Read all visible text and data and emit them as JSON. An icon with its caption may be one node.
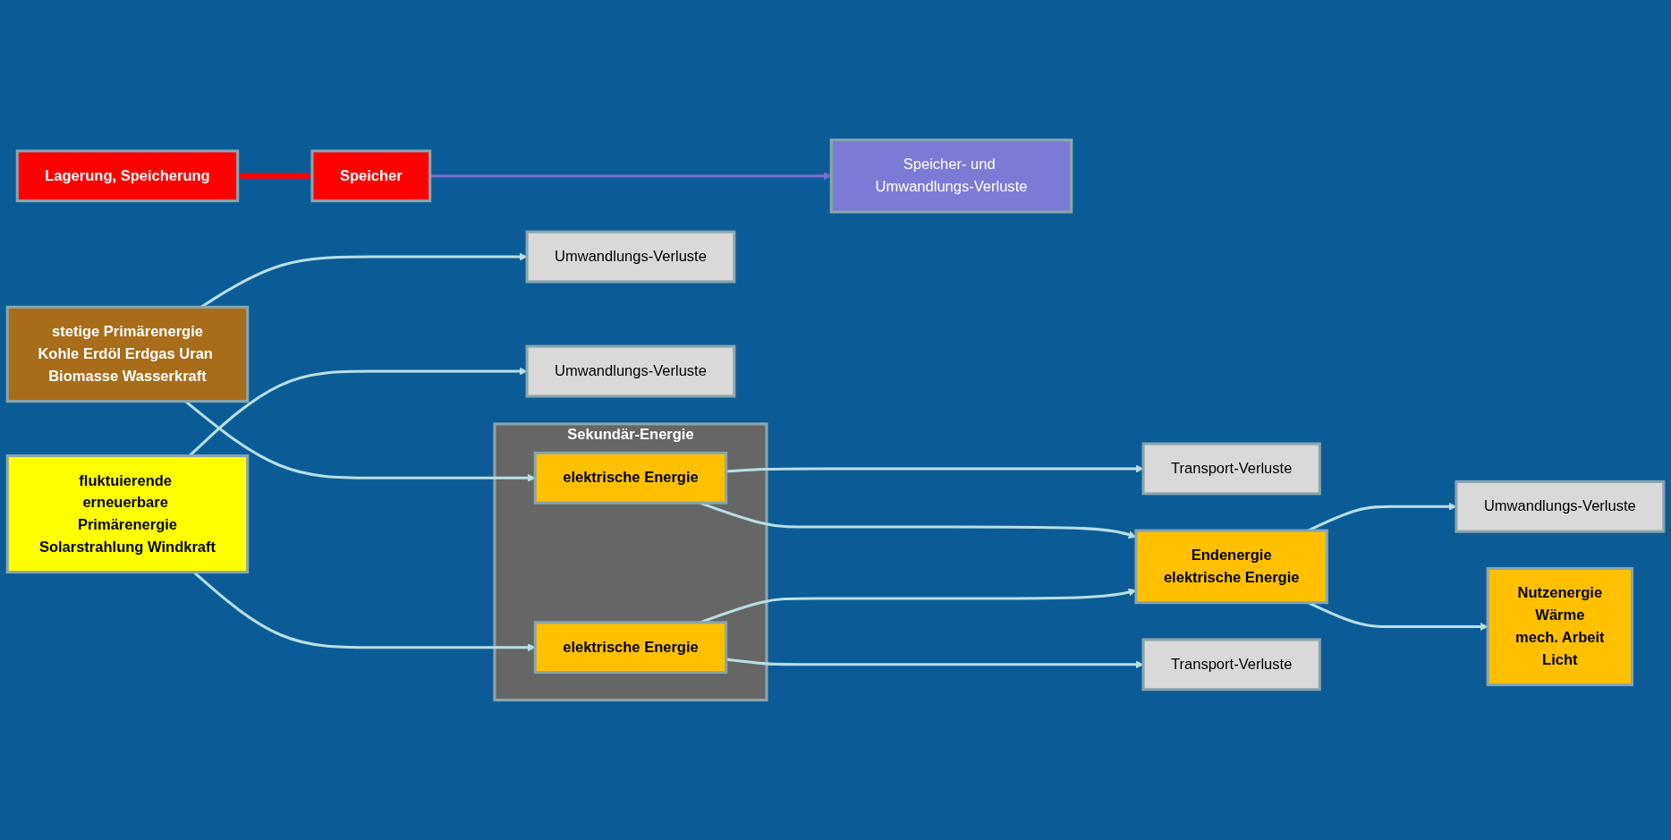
{
  "diagram": {
    "nodes": [
      {
        "text": [
          "stetige Primärenergie",
          "Kohle Erdöl Erdgas Uran Biomasse Wasserkraft"
        ]
      },
      {
        "text": [
          "Umwandlungs-Verluste"
        ]
      },
      {
        "text": [
          "Lagerung, Speicherung"
        ]
      },
      {
        "text": [
          "Sekundär-Energie"
        ]
      },
      {
        "text": [
          "elektrische Energie"
        ],
        "in": 3
      },
      {
        "text": [
          "Transport-Verluste"
        ]
      },
      {
        "text": [
          "Endenergie",
          "elektrische Energie"
        ]
      },
      {
        "text": [
          "Umwandlungs-Verluste"
        ]
      },
      {
        "text": [
          "Nutzenergie",
          "Wärme",
          "mech. Arbeit",
          "Licht"
        ]
      },
      {
        "text": [
          "fluktuierende erneuerbare Primärenergie",
          "Solarstrahlung Windkraft"
        ]
      },
      {
        "text": [
          "Umwandlungs-Verluste"
        ]
      },
      {
        "text": [
          "elektrische Energie"
        ],
        "in": 3
      },
      {
        "text": [
          "Transport-Verluste"
        ]
      },
      {
        "text": [
          "Speicher"
        ]
      },
      {
        "text": [
          "Speicher- und Umwandlungs-Verluste"
        ]
      }
    ],
    "edges": [
      {
        "from": 0,
        "to": 1,
        "arrow": "to"
      },
      {
        "from": 0,
        "to": 4,
        "arrow": "to"
      },
      {
        "from": 2,
        "to": 13,
        "arrow": "to",
        "style": "thick",
        "color": "#ff0000"
      },
      {
        "from": 4,
        "to": 5,
        "arrow": "to"
      },
      {
        "from": 4,
        "to": 6,
        "arrow": "to"
      },
      {
        "from": 9,
        "to": 10,
        "arrow": "to"
      },
      {
        "from": 9,
        "to": 11,
        "arrow": "to"
      },
      {
        "from": 11,
        "to": 12,
        "arrow": "to"
      },
      {
        "from": 11,
        "to": 6,
        "arrow": "to"
      },
      {
        "from": 13,
        "to": 14,
        "arrow": "to",
        "color": "#7b6fd0"
      },
      {
        "from": 6,
        "to": 7,
        "arrow": "to"
      },
      {
        "from": 6,
        "to": 8,
        "arrow": "to"
      }
    ]
  }
}
